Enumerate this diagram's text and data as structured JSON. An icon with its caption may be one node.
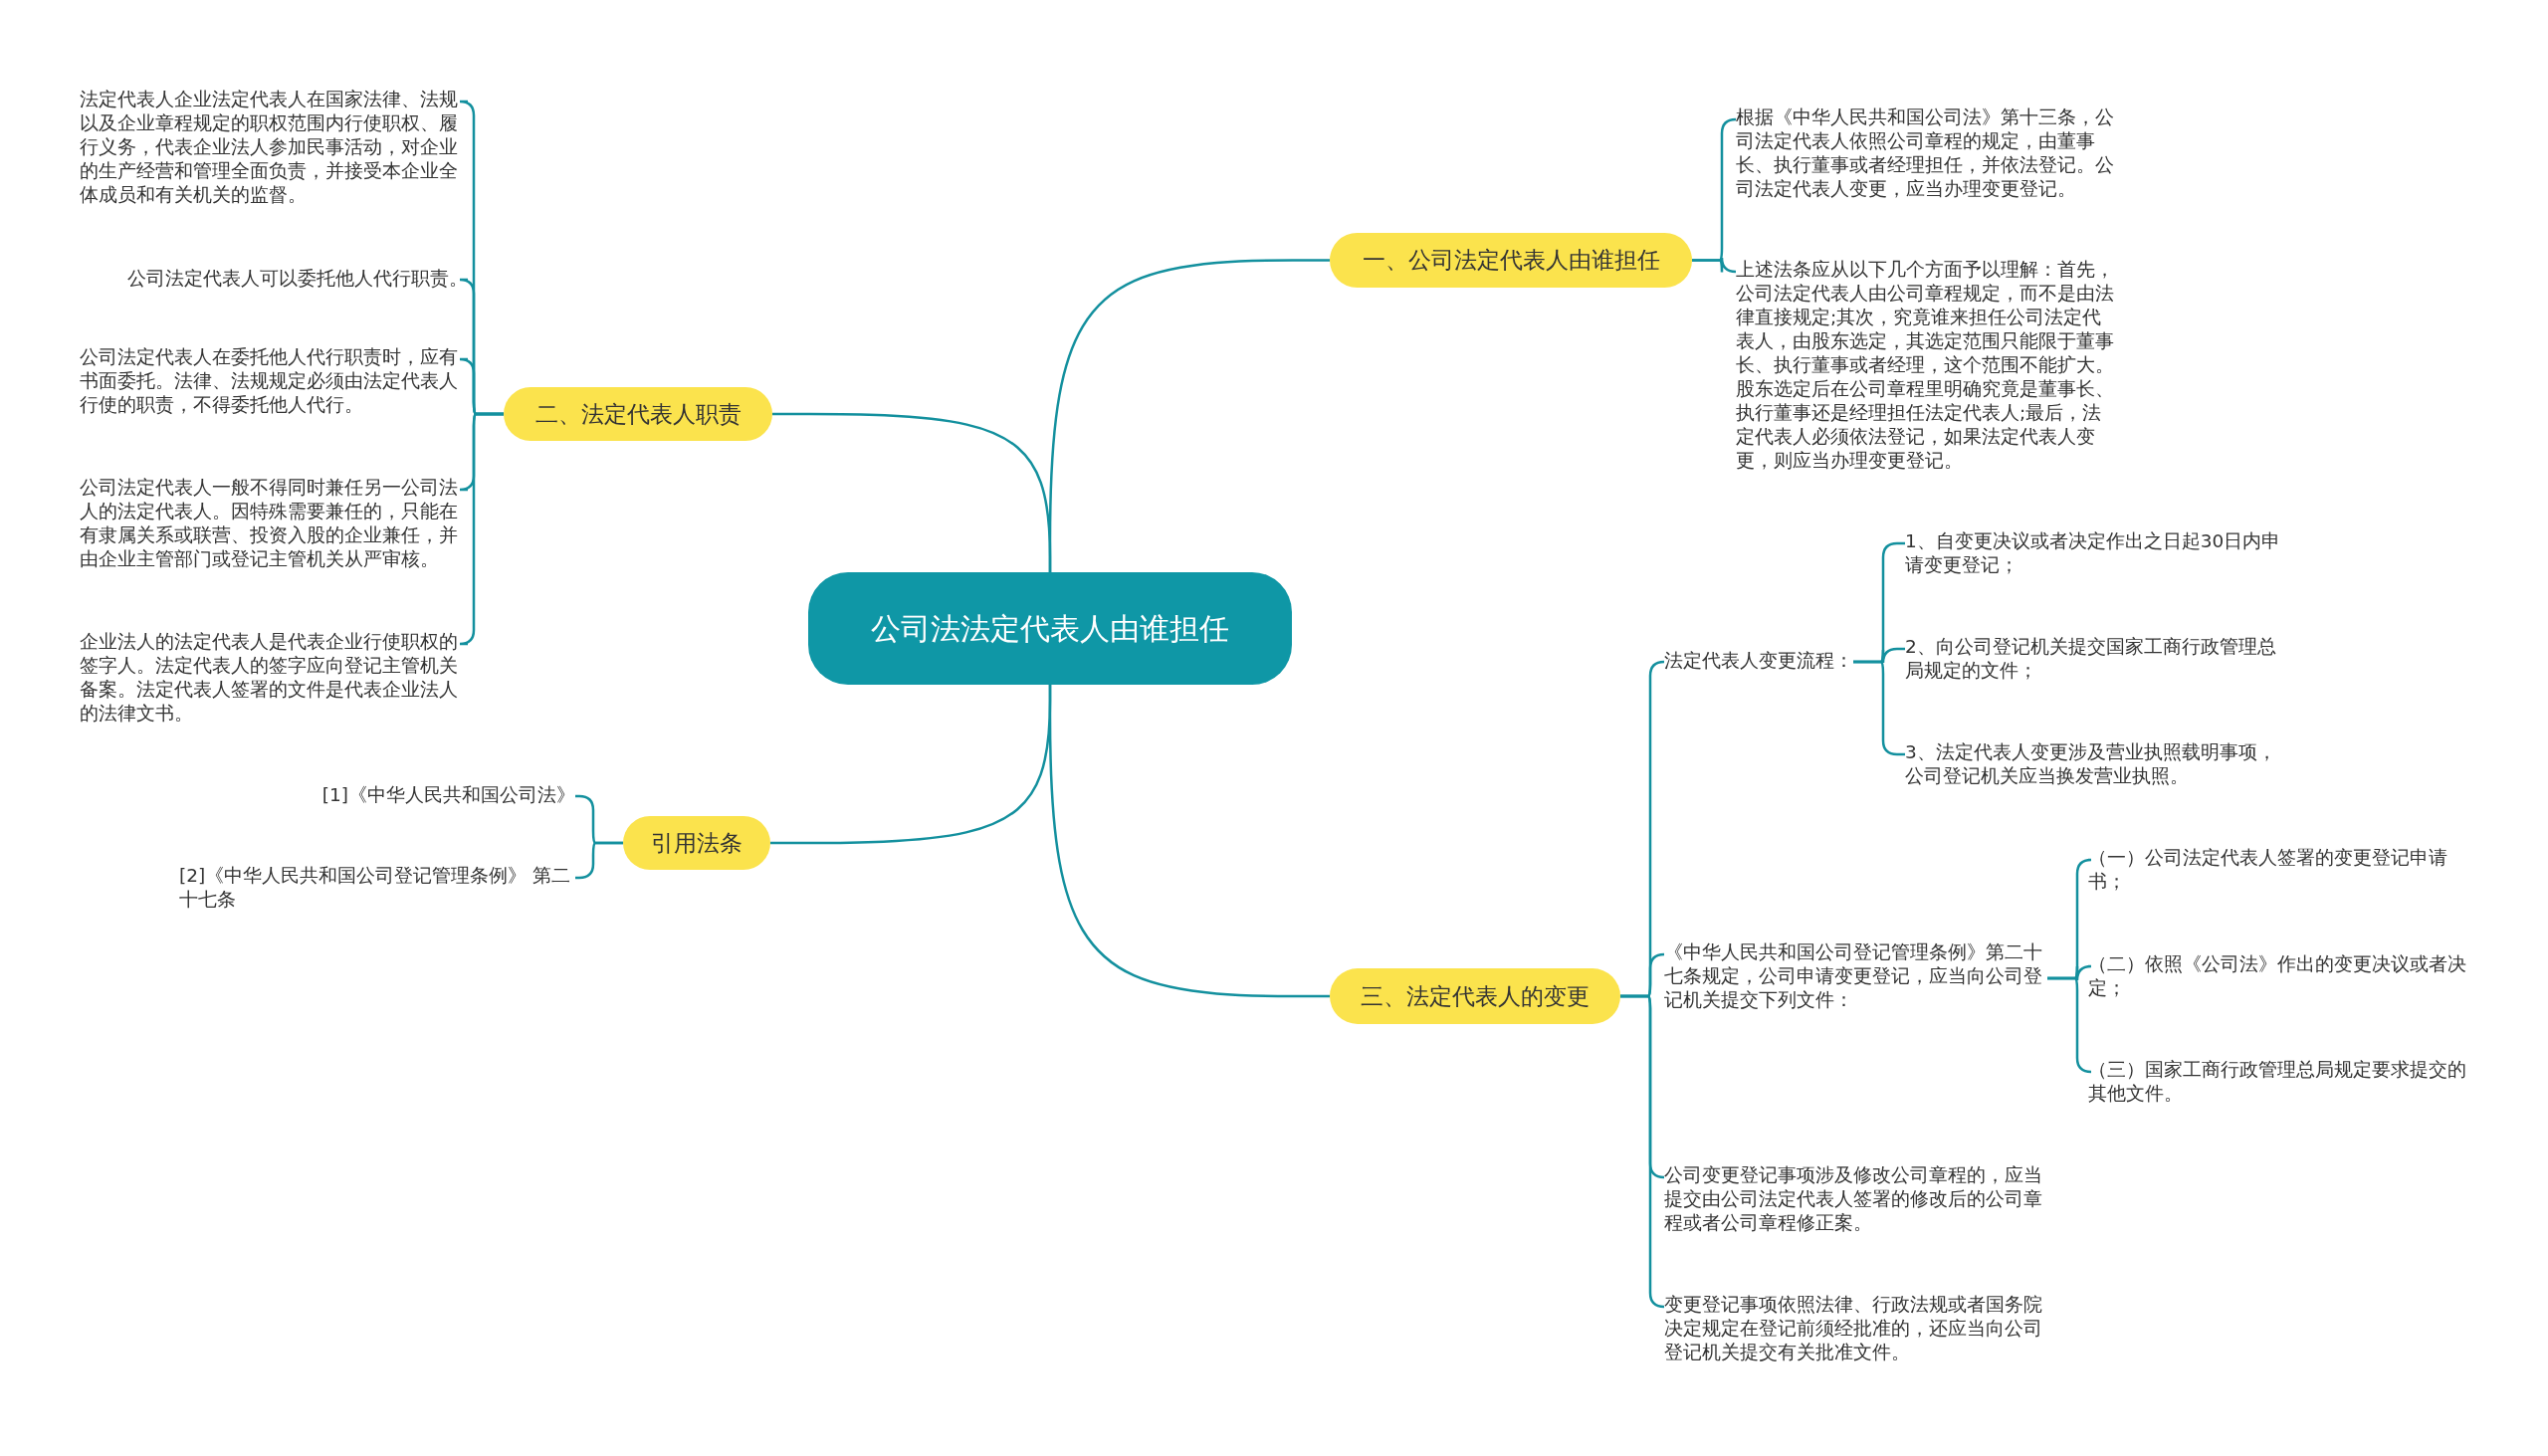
{
  "diagram": {
    "nodes": [
      {
        "text": [
          "公司法法定代表人由谁担任"
        ]
      },
      {
        "text": [
          "一、公司法定代表人由谁担任"
        ]
      },
      {
        "text": [
          "根据《中华人民共和国公司法》第十三条，公司法定代表人依照公司章程的规定，由董事长、执行董事或者经理担任，并依法登记。公司法定代表人变更，应当办理变更登记。"
        ]
      },
      {
        "text": [
          "上述法条应从以下几个方面予以理解：首先，公司法定代表人由公司章程规定，而不是由法律直接规定;其次，究竟谁来担任公司法定代表人，由股东选定，其选定范围只能限于董事长、执行董事或者经理，这个范围不能扩大。股东选定后在公司章程里明确究竟是董事长、执行董事还是经理担任法定代表人;最后，法定代表人必须依法登记，如果法定代表人变更，则应当办理变更登记。"
        ]
      },
      {
        "text": [
          "二、法定代表人职责"
        ]
      },
      {
        "text": [
          "法定代表人企业法定代表人在国家法律、法规以及企业章程规定的职权范围内行使职权、履行义务，代表企业法人参加民事活动，对企业的生产经营和管理全面负责，并接受本企业全体成员和有关机关的监督。"
        ]
      },
      {
        "text": [
          "公司法定代表人可以委托他人代行职责。"
        ]
      },
      {
        "text": [
          "公司法定代表人在委托他人代行职责时，应有书面委托。法律、法规规定必须由法定代表人行使的职责，不得委托他人代行。"
        ]
      },
      {
        "text": [
          "公司法定代表人一般不得同时兼任另一公司法人的法定代表人。因特殊需要兼任的，只能在有隶属关系或联营、投资入股的企业兼任，并由企业主管部门或登记主管机关从严审核。"
        ]
      },
      {
        "text": [
          "企业法人的法定代表人是代表企业行使职权的签字人。法定代表人的签字应向登记主管机关备案。法定代表人签署的文件是代表企业法人的法律文书。"
        ]
      },
      {
        "text": [
          "引用法条"
        ]
      },
      {
        "text": [
          "[1]《中华人民共和国公司法》"
        ]
      },
      {
        "text": [
          "[2]《中华人民共和国公司登记管理条例》 第二十七条"
        ]
      },
      {
        "text": [
          "三、法定代表人的变更"
        ]
      },
      {
        "text": [
          "法定代表人变更流程："
        ]
      },
      {
        "text": [
          "1、自变更决议或者决定作出之日起30日内申请变更登记；"
        ]
      },
      {
        "text": [
          "2、向公司登记机关提交国家工商行政管理总局规定的文件；"
        ]
      },
      {
        "text": [
          "3、法定代表人变更涉及营业执照载明事项，公司登记机关应当换发营业执照。"
        ]
      },
      {
        "text": [
          "《中华人民共和国公司登记管理条例》第二十七条规定，公司申请变更登记，应当向公司登记机关提交下列文件："
        ]
      },
      {
        "text": [
          "（一）公司法定代表人签署的变更登记申请书；"
        ]
      },
      {
        "text": [
          "（二）依照《公司法》作出的变更决议或者决定；"
        ]
      },
      {
        "text": [
          "（三）国家工商行政管理总局规定要求提交的其他文件。"
        ]
      },
      {
        "text": [
          "公司变更登记事项涉及修改公司章程的，应当提交由公司法定代表人签署的修改后的公司章程或者公司章程修正案。"
        ]
      },
      {
        "text": [
          "变更登记事项依照法律、行政法规或者国务院决定规定在登记前须经批准的，还应当向公司登记机关提交有关批准文件。"
        ]
      }
    ],
    "edges": [
      {
        "from": 0,
        "to": 1,
        "arrow": "none"
      },
      {
        "from": 1,
        "to": 2,
        "arrow": "none"
      },
      {
        "from": 1,
        "to": 3,
        "arrow": "none"
      },
      {
        "from": 0,
        "to": 4,
        "arrow": "none"
      },
      {
        "from": 4,
        "to": 5,
        "arrow": "none"
      },
      {
        "from": 4,
        "to": 6,
        "arrow": "none"
      },
      {
        "from": 4,
        "to": 7,
        "arrow": "none"
      },
      {
        "from": 4,
        "to": 8,
        "arrow": "none"
      },
      {
        "from": 4,
        "to": 9,
        "arrow": "none"
      },
      {
        "from": 0,
        "to": 10,
        "arrow": "none"
      },
      {
        "from": 10,
        "to": 11,
        "arrow": "none"
      },
      {
        "from": 10,
        "to": 12,
        "arrow": "none"
      },
      {
        "from": 0,
        "to": 13,
        "arrow": "none"
      },
      {
        "from": 13,
        "to": 14,
        "arrow": "none"
      },
      {
        "from": 14,
        "to": 15,
        "arrow": "none"
      },
      {
        "from": 14,
        "to": 16,
        "arrow": "none"
      },
      {
        "from": 14,
        "to": 17,
        "arrow": "none"
      },
      {
        "from": 13,
        "to": 18,
        "arrow": "none"
      },
      {
        "from": 18,
        "to": 19,
        "arrow": "none"
      },
      {
        "from": 18,
        "to": 20,
        "arrow": "none"
      },
      {
        "from": 18,
        "to": 21,
        "arrow": "none"
      },
      {
        "from": 13,
        "to": 22,
        "arrow": "none"
      },
      {
        "from": 13,
        "to": 23,
        "arrow": "none"
      }
    ]
  }
}
